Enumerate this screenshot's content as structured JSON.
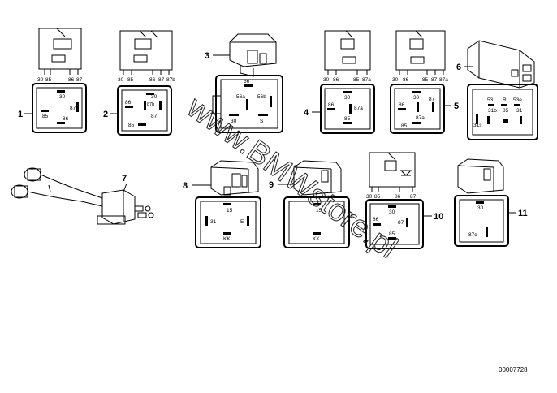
{
  "watermark": "www.BMWstore.pl",
  "part_code": "00007728",
  "relays": [
    {
      "num": "1",
      "pins": [
        "30",
        "85",
        "86",
        "87"
      ],
      "face": [
        "30",
        "87",
        "85",
        "86"
      ]
    },
    {
      "num": "2",
      "pins": [
        "30",
        "85",
        "86",
        "87",
        "87b"
      ],
      "face": [
        "30",
        "86",
        "87b",
        "87",
        "85"
      ]
    },
    {
      "num": "3",
      "face": [
        "56",
        "56a",
        "56b",
        "30",
        "S"
      ]
    },
    {
      "num": "4",
      "pins": [
        "30",
        "86",
        "85",
        "87a"
      ],
      "face": [
        "30",
        "86",
        "87a",
        "85"
      ]
    },
    {
      "num": "5",
      "pins": [
        "30",
        "86",
        "85",
        "87",
        "87a"
      ],
      "face": [
        "30",
        "86",
        "87",
        "87a",
        "85"
      ]
    },
    {
      "num": "6",
      "face": [
        "53",
        "R",
        "53e",
        "31b",
        "85",
        "31",
        "31s"
      ]
    },
    {
      "num": "7"
    },
    {
      "num": "8",
      "face": [
        "15",
        "31",
        "E",
        "KK"
      ]
    },
    {
      "num": "9",
      "face": [
        "15",
        "KK"
      ]
    },
    {
      "num": "10",
      "pins": [
        "30",
        "85",
        "86",
        "87"
      ],
      "face": [
        "30",
        "86",
        "87",
        "85"
      ]
    },
    {
      "num": "11",
      "face": [
        "30",
        "87c"
      ]
    }
  ]
}
